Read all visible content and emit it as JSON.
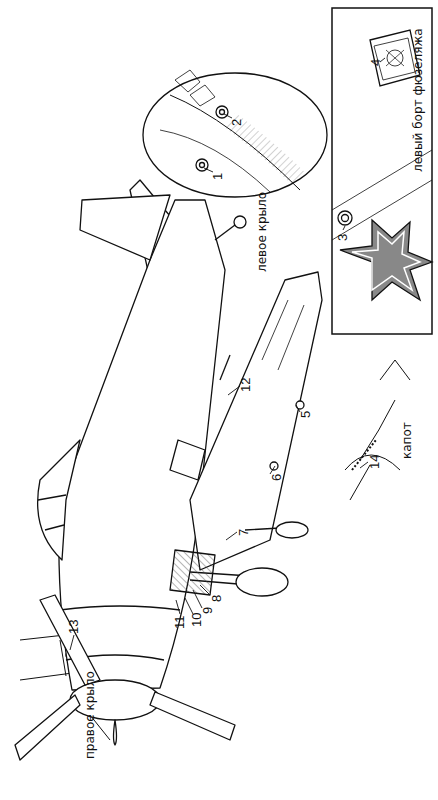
{
  "diagram": {
    "labels": [
      "левое крыло",
      "правое крыло",
      "левый борт фюзеляжа",
      "капот",
      "1",
      "2",
      "3",
      "4",
      "5",
      "6",
      "7",
      "8",
      "9",
      "10",
      "11",
      "12",
      "13",
      "14"
    ]
  }
}
